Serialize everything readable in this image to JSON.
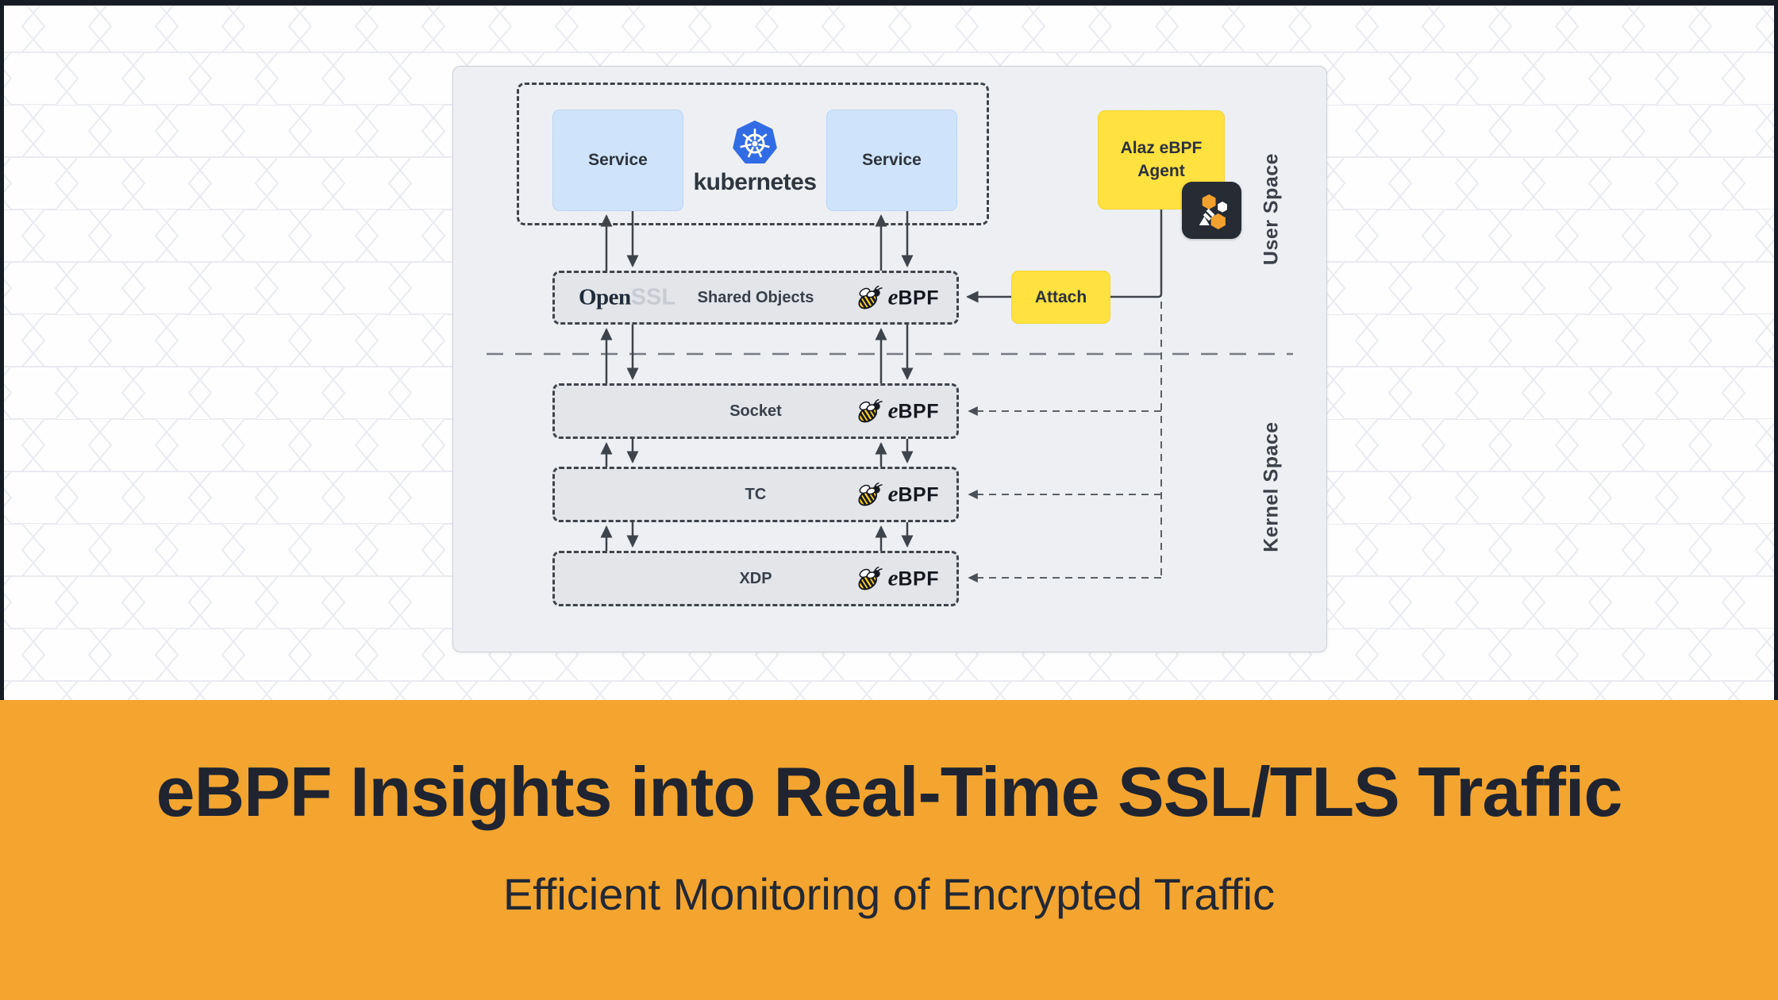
{
  "diagram": {
    "cluster": {
      "service1_label": "Service",
      "service2_label": "Service",
      "kubernetes_label": "kubernetes"
    },
    "openssl_row": {
      "logo_open": "Open",
      "logo_ssl": "SSL",
      "label": "Shared Objects"
    },
    "ebpf": {
      "e": "e",
      "bpf": "BPF"
    },
    "agent": {
      "label_line1": "Alaz eBPF",
      "label_line2": "Agent"
    },
    "attach": {
      "label": "Attach"
    },
    "kernel_rows": [
      {
        "label": "Socket"
      },
      {
        "label": "TC"
      },
      {
        "label": "XDP"
      }
    ],
    "space_labels": {
      "user": "User Space",
      "kernel": "Kernel Space"
    }
  },
  "banner": {
    "title": "eBPF Insights into Real-Time SSL/TLS Traffic",
    "subtitle": "Efficient Monitoring of Encrypted Traffic"
  },
  "colors": {
    "banner_orange": "#f3a52f",
    "accent_yellow": "#ffe13f",
    "kubernetes_blue": "#326ce5",
    "bee_yellow": "#ffd21c",
    "dark_navy": "#1f2430",
    "panel_gray": "#edeff2",
    "row_gray": "#e3e5e9",
    "service_blue": "#cfe3fb"
  }
}
